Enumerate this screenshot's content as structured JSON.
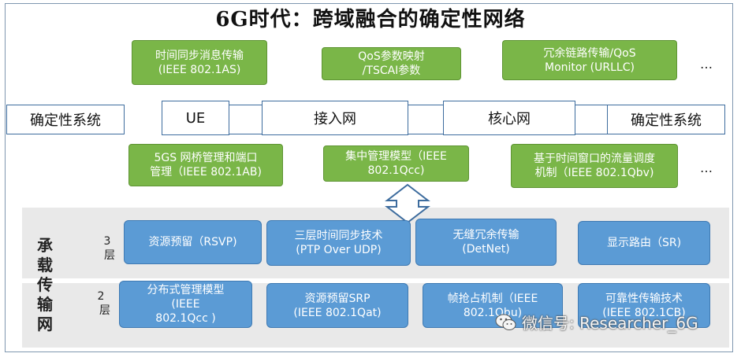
{
  "title": "6G时代：跨域融合的确定性网络",
  "top_row": [
    {
      "line1": "时间同步消息传输",
      "line2": "(IEEE 802.1AS)"
    },
    {
      "line1": "QoS参数映射",
      "line2": "/TSCAI参数"
    },
    {
      "line1": "冗余链路传输/QoS",
      "line2": "Monitor (URLLC)"
    }
  ],
  "ellipsis": "…",
  "middle_row": {
    "left_system": "确定性系统",
    "ue": "UE",
    "access": "接入网",
    "core": "核心网",
    "right_system": "确定性系统"
  },
  "second_row": [
    {
      "line1": "5GS 网桥管理和端口",
      "line2": "管理（IEEE 802.1AB)"
    },
    {
      "line1": "集中管理模型（IEEE",
      "line2": "802.1Qcc)"
    },
    {
      "line1": "基于时间窗口的流量调度",
      "line2": "机制（IEEE 802.1Qbv)"
    }
  ],
  "bearer_label": [
    "承",
    "载",
    "传",
    "输",
    "网"
  ],
  "layer3": {
    "num": "3",
    "unit": "层",
    "items": [
      {
        "line1": "资源预留（RSVP)",
        "line2": ""
      },
      {
        "line1": "三层时间同步技术",
        "line2": "(PTP Over UDP)"
      },
      {
        "line1": "无缝冗余传输",
        "line2": "(DetNet)"
      },
      {
        "line1": "显示路由（SR)",
        "line2": ""
      }
    ]
  },
  "layer2": {
    "num": "2",
    "unit": "层",
    "items": [
      {
        "line1": "分布式管理模型",
        "line2": "(IEEE",
        "line3": "802.1Qcc )"
      },
      {
        "line1": "资源预留SRP",
        "line2": "(IEEE 802.1Qat)"
      },
      {
        "line1": "帧抢占机制（IEEE",
        "line2": "802.1Qbu)"
      },
      {
        "line1": "可靠性传输技术",
        "line2": "(IEEE 802.1CB)"
      }
    ]
  },
  "watermark": "微信号: Researcher_6G",
  "colors": {
    "green": "#7ab648",
    "blue": "#5b9bd5",
    "border": "#3d6c9e",
    "band": "#e9e9e9"
  },
  "icons": {
    "arrow": "double-arrow-icon",
    "wechat": "wechat-icon"
  }
}
